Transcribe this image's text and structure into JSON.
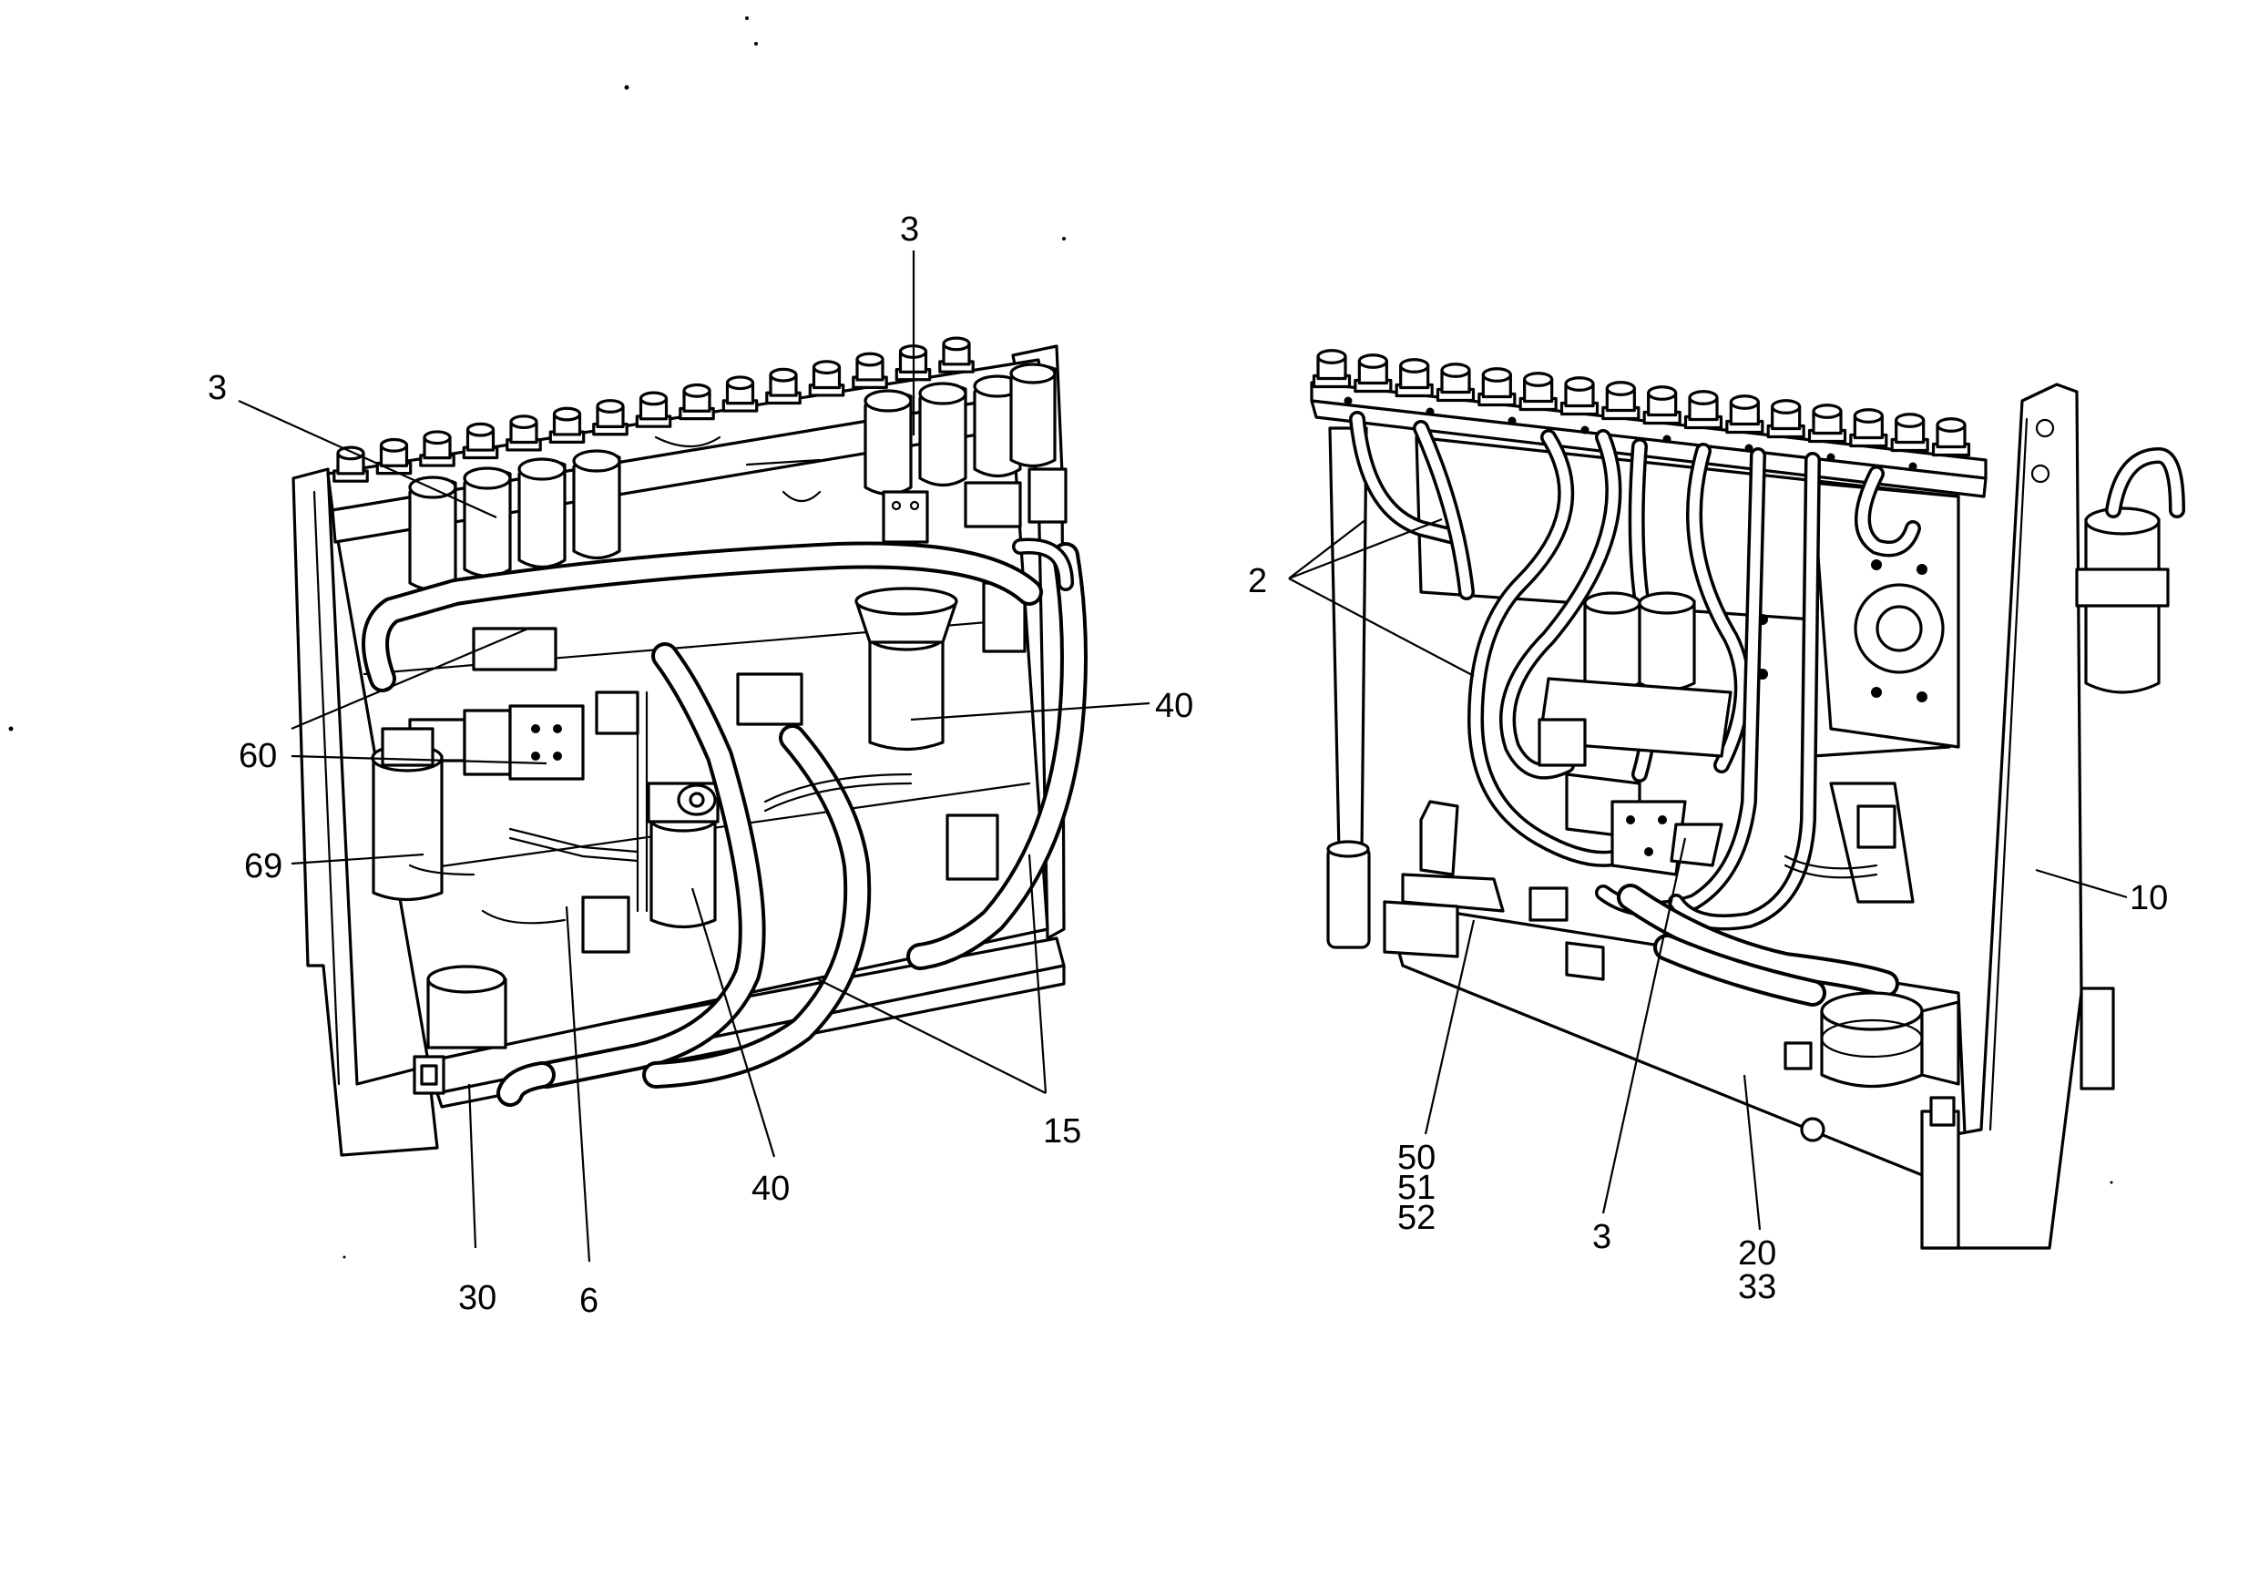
{
  "callouts": {
    "left_top_3": "3",
    "left_upper_3": "3",
    "left_60": "60",
    "left_69": "69",
    "left_40_right": "40",
    "left_40_bottom": "40",
    "left_15": "15",
    "left_30": "30",
    "left_6": "6",
    "right_2": "2",
    "right_10": "10",
    "right_50": "50",
    "right_51": "51",
    "right_52": "52",
    "right_3": "3",
    "right_20": "20",
    "right_33": "33"
  }
}
